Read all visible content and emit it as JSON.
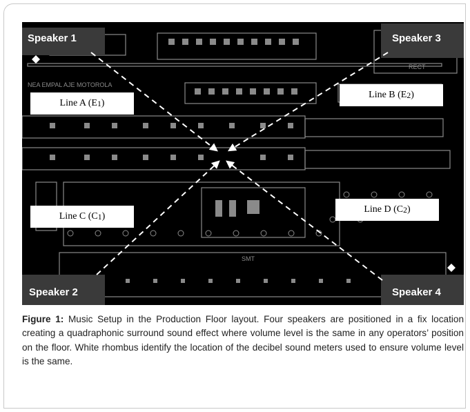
{
  "figure": {
    "speakers": {
      "s1": "Speaker 1",
      "s2": "Speaker 2",
      "s3": "Speaker 3",
      "s4": "Speaker 4"
    },
    "lines": {
      "a": {
        "label": "Line A (E",
        "sub": "1",
        "close": ")"
      },
      "b": {
        "label": "Line B (E",
        "sub": "2",
        "close": ")"
      },
      "c": {
        "label": "Line C (C",
        "sub": "1",
        "close": ")"
      },
      "d": {
        "label": "Line D (C",
        "sub": "2",
        "close": ")"
      }
    },
    "floor_labels": {
      "line_a_text": "NEA EMPAL AJE MOTOROLA",
      "smt": "SMT",
      "top_right": "RECT"
    }
  },
  "caption": {
    "lead": "Figure 1:",
    "text": " Music Setup in the Production Floor layout. Four speakers are positioned in a fix location creating a quadraphonic surround sound effect where volume level is the same in any operators’ position on the floor. White rhombus identify the location of the decibel sound meters used to ensure volume level is the same."
  }
}
